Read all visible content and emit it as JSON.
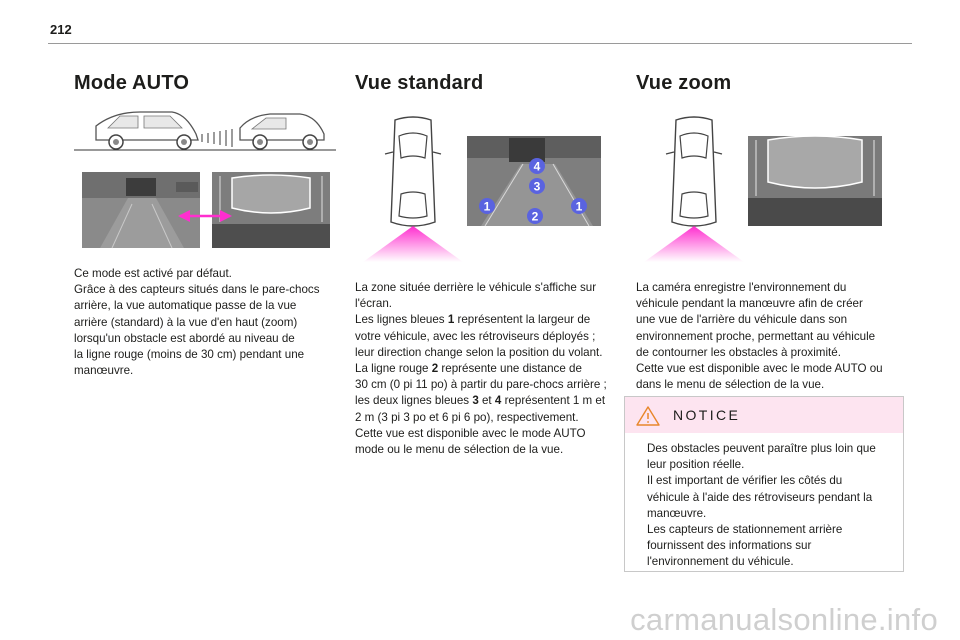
{
  "page": {
    "number": "212"
  },
  "sections": {
    "auto": {
      "title": "Mode AUTO",
      "lines": [
        "Ce mode est activé par défaut.",
        "Grâce à des capteurs situés dans le pare-chocs",
        "arrière, la vue automatique passe de la vue",
        "arrière (standard) à la vue d'en haut (zoom)",
        "lorsqu'un obstacle est abordé au niveau de",
        "la ligne rouge (moins de 30 cm) pendant une",
        "manœuvre."
      ]
    },
    "standard": {
      "title": "Vue standard",
      "markers": [
        "4",
        "3",
        "1",
        "2",
        "1"
      ],
      "l1": "La zone située derrière le véhicule s'affiche sur",
      "l2": "l'écran.",
      "l3a": "Les lignes bleues ",
      "l3b": "1",
      "l3c": " représentent la largeur de",
      "l4": "votre véhicule, avec les rétroviseurs déployés ;",
      "l5": "leur direction change selon la position du volant.",
      "l6a": "La ligne rouge ",
      "l6b": "2",
      "l6c": " représente une distance de",
      "l7": "30 cm (0 pi 11 po) à partir du pare-chocs arrière ;",
      "l8a": "les deux lignes bleues ",
      "l8b": "3",
      "l8c": " et ",
      "l8d": "4",
      "l8e": " représentent 1 m et",
      "l9": "2 m (3 pi 3 po et 6 pi 6 po), respectivement.",
      "l10": "Cette vue est disponible avec le mode AUTO",
      "l11": "mode ou le menu de sélection de la vue."
    },
    "zoom": {
      "title": "Vue zoom",
      "lines": [
        "La caméra enregistre l'environnement du",
        "véhicule pendant la manœuvre afin de créer",
        "une vue de l'arrière du véhicule dans son",
        "environnement proche, permettant au véhicule",
        "de contourner les obstacles à proximité.",
        "Cette vue est disponible avec le mode AUTO ou",
        "dans le menu de sélection de la vue."
      ]
    }
  },
  "notice": {
    "title": "NOTICE",
    "lines": [
      "Des obstacles peuvent paraître plus loin que",
      "leur position réelle.",
      "Il est important de vérifier les côtés du",
      "véhicule à l'aide des rétroviseurs pendant la",
      "manœuvre.",
      "Les capteurs de stationnement arrière",
      "fournissent des informations sur",
      "l'environnement du véhicule."
    ]
  },
  "watermark": "carmanualsonline.info",
  "colors": {
    "marker_blue": "#5a63e0",
    "arrow_pink": "#ff2ecf",
    "notice_pink": "#fde4f0",
    "rule": "#9a9a9a"
  }
}
